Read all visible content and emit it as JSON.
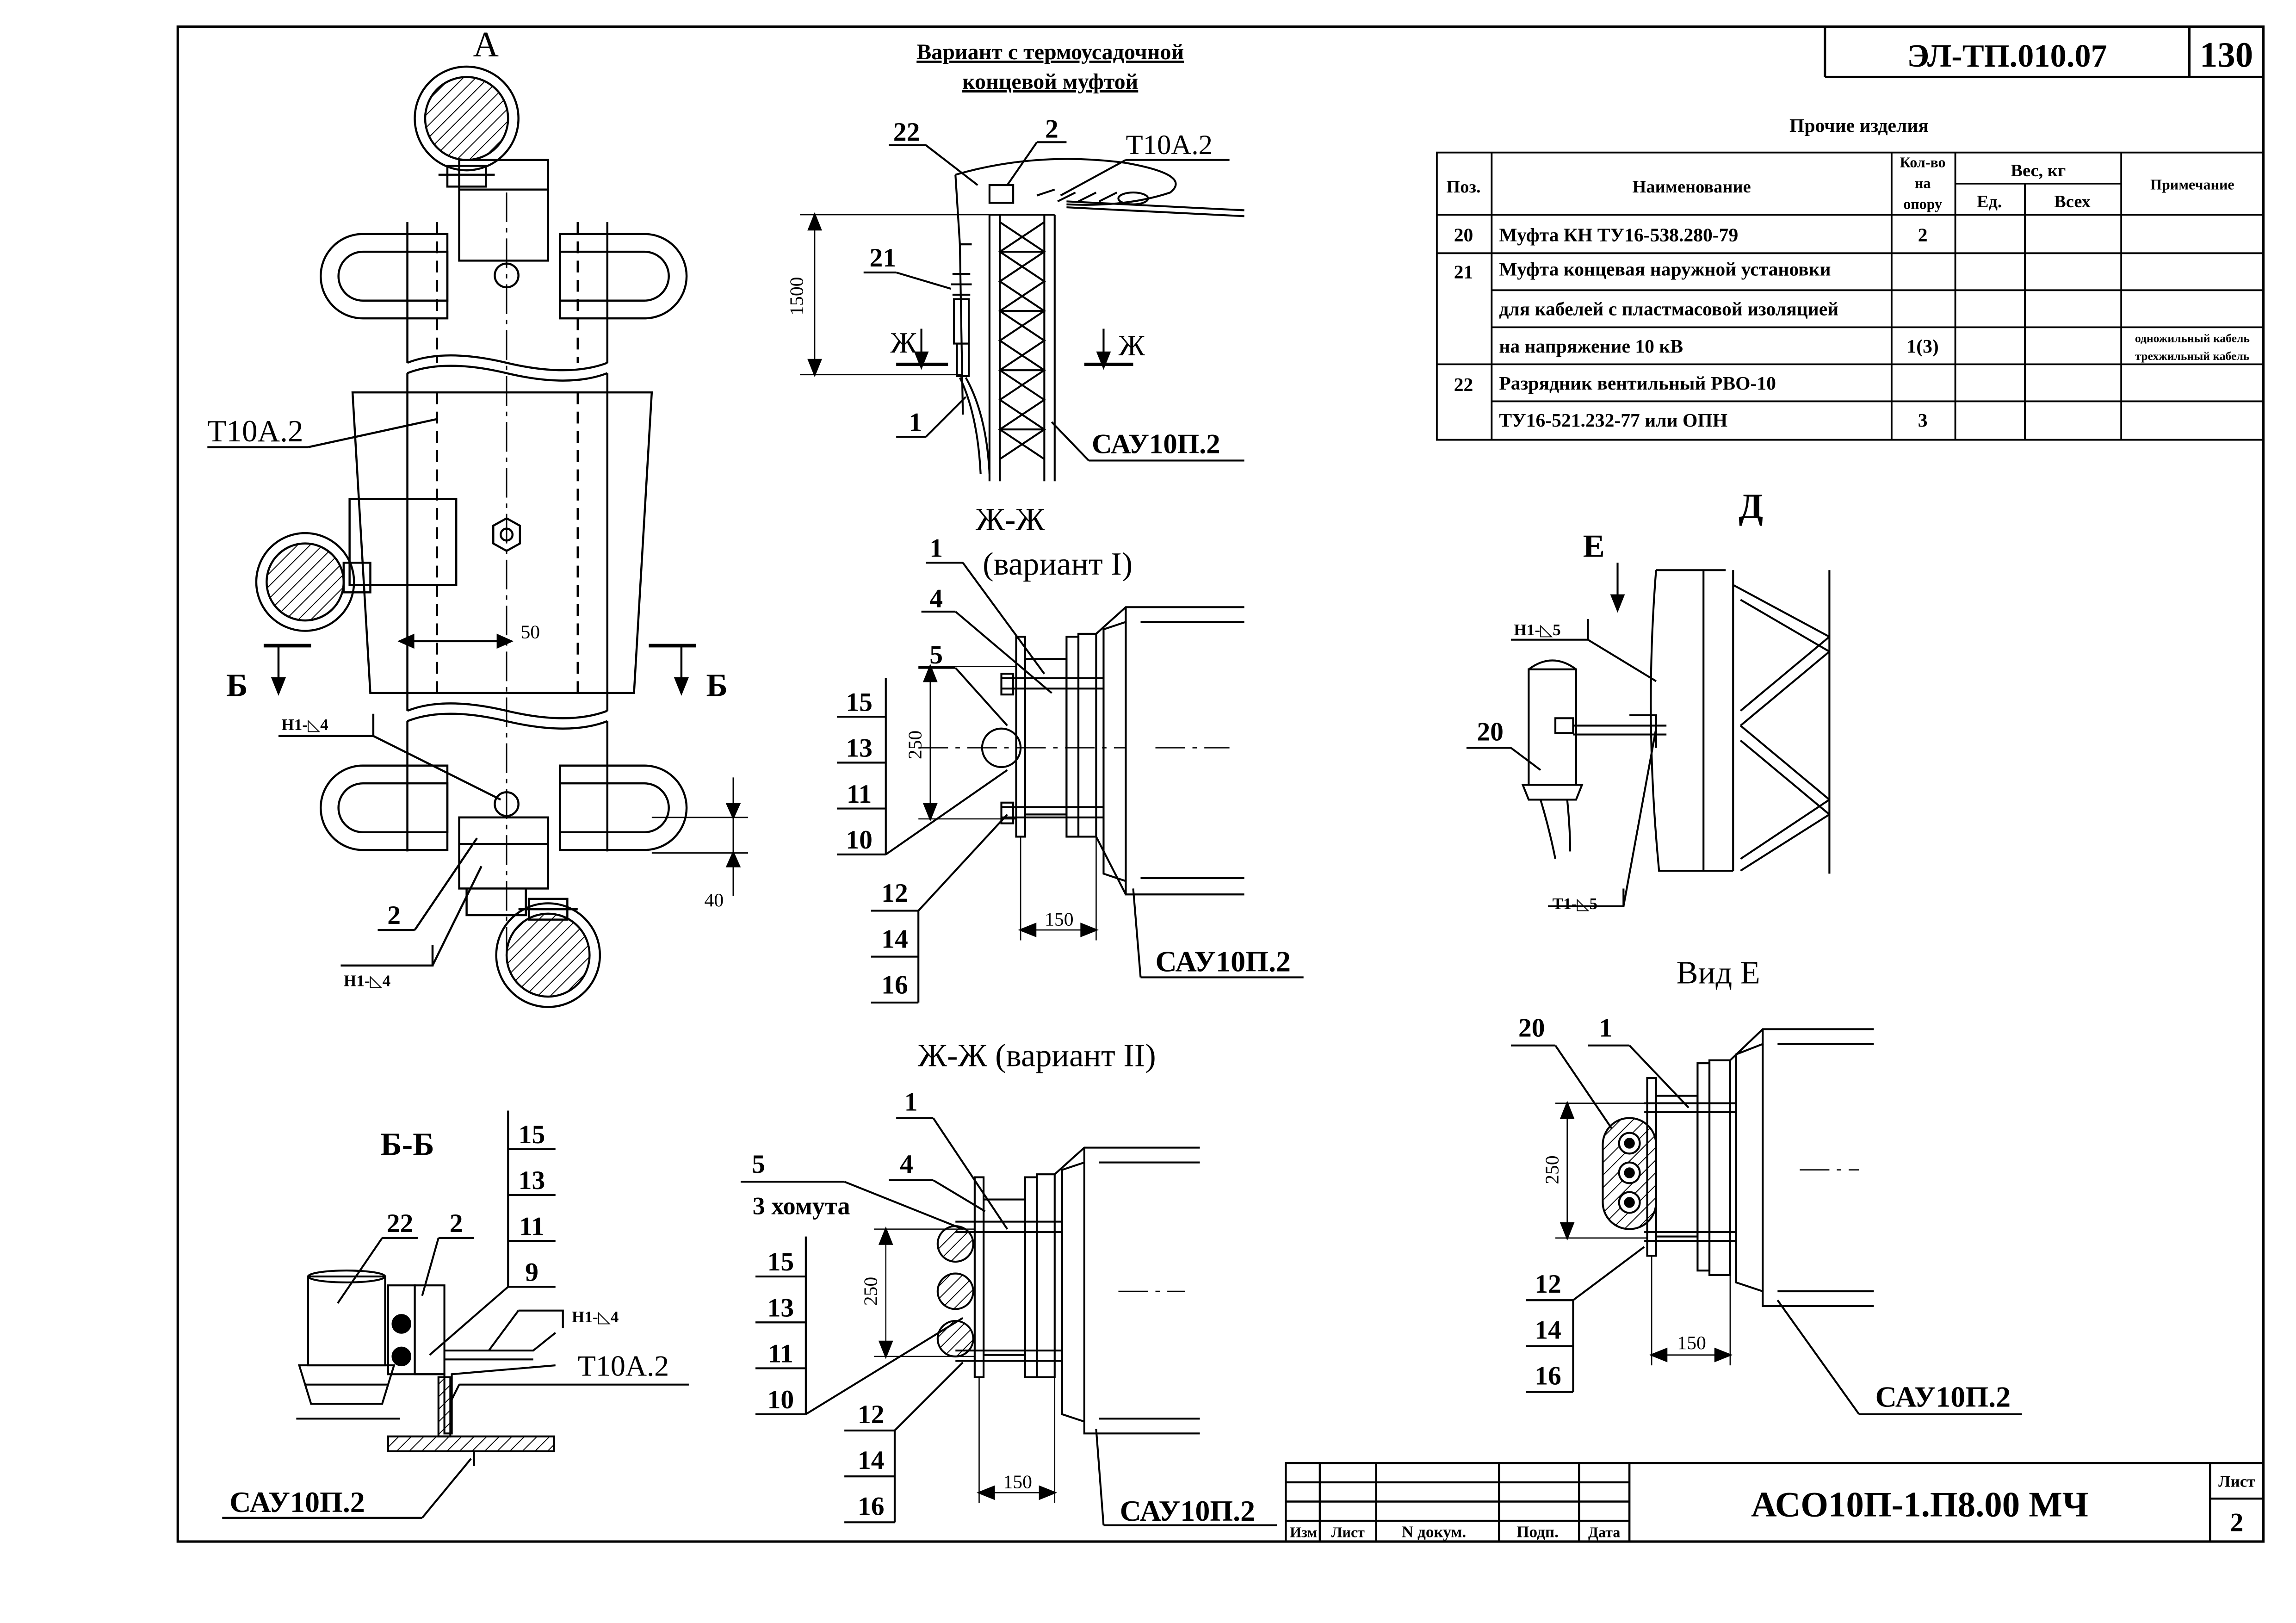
{
  "sheet": {
    "code": "ЭЛ-ТП.010.07",
    "page_number": "130",
    "title_doc": "АСО10П-1.П8.00 МЧ",
    "list_label": "Лист",
    "list_number": "2",
    "stamp_headers": [
      "Изм",
      "Лист",
      "N докум.",
      "Подп.",
      "Дата"
    ]
  },
  "parts_table": {
    "caption": "Прочие изделия",
    "headers": {
      "pos": "Поз.",
      "name": "Наименование",
      "qty_1": "Кол-во",
      "qty_2": "на",
      "qty_3": "опору",
      "weight": "Вес, кг",
      "unit": "Ед.",
      "total": "Всех",
      "note": "Примечание"
    },
    "rows": [
      {
        "pos": "20",
        "name": "Муфта КН ТУ16-538.280-79",
        "qty": "2",
        "note1": "",
        "note2": ""
      },
      {
        "pos": "21",
        "name": "Муфта концевая наружной установки",
        "qty": "",
        "note1": "",
        "note2": ""
      },
      {
        "pos": "",
        "name": "для кабелей с пластмасовой изоляцией",
        "qty": "",
        "note1": "",
        "note2": ""
      },
      {
        "pos": "",
        "name": "на напряжение 10 кВ",
        "qty": "1(3)",
        "note1": "одножильный кабель",
        "note2": "трехжильный кабель"
      },
      {
        "pos": "22",
        "name": "Разрядник вентильный РВО-10",
        "qty": "",
        "note1": "",
        "note2": ""
      },
      {
        "pos": "",
        "name": "ТУ16-521.232-77 или ОПН",
        "qty": "3",
        "note1": "",
        "note2": ""
      }
    ]
  },
  "views": {
    "a": {
      "title": "А",
      "label_t10": "Т10А.2",
      "label_b_left": "Б",
      "label_b_right": "Б",
      "dim_50": "50",
      "dim_40": "40",
      "weld_top": "Н1-◺4",
      "weld_bottom": "Н1-◺4",
      "pos_2": "2"
    },
    "variant_heat": {
      "title_1": "Вариант с термоусадочной",
      "title_2": "концевой муфтой",
      "pos_22": "22",
      "pos_2": "2",
      "label_t10": "Т10А.2",
      "pos_21": "21",
      "dim_1500": "1500",
      "cut_left": "Ж",
      "cut_right": "Ж",
      "pos_1": "1",
      "label_sau": "САУ10П.2"
    },
    "zh_var1": {
      "title_1": "Ж-Ж",
      "title_2": "(вариант I)",
      "pos_1": "1",
      "pos_4": "4",
      "pos_5": "5",
      "stack_left_top": [
        "15",
        "13",
        "11",
        "10"
      ],
      "stack_left_bottom": [
        "12",
        "14",
        "16"
      ],
      "dim_250": "250",
      "dim_150": "150",
      "label_sau": "САУ10П.2"
    },
    "zh_var2": {
      "title": "Ж-Ж (вариант II)",
      "pos_1": "1",
      "pos_5": "5",
      "pos_4": "4",
      "clamps": "3 хомута",
      "stack_left_top": [
        "15",
        "13",
        "11",
        "10"
      ],
      "stack_left_bottom": [
        "12",
        "14",
        "16"
      ],
      "dim_250": "250",
      "dim_150": "150",
      "label_sau": "САУ10П.2"
    },
    "bb": {
      "title": "Б-Б",
      "stack": [
        "15",
        "13",
        "11",
        "9"
      ],
      "pos_22": "22",
      "pos_2": "2",
      "weld": "Н1-◺4",
      "label_t10": "Т10А.2",
      "label_sau": "САУ10П.2"
    },
    "d": {
      "title": "Д",
      "label_e": "Е",
      "weld_top": "Н1-◺5",
      "weld_bottom": "Т1-◺5",
      "pos_20": "20"
    },
    "vid_e": {
      "title": "Вид Е",
      "pos_20": "20",
      "pos_1": "1",
      "stack": [
        "12",
        "14",
        "16"
      ],
      "dim_250": "250",
      "dim_150": "150",
      "label_sau": "САУ10П.2"
    }
  }
}
